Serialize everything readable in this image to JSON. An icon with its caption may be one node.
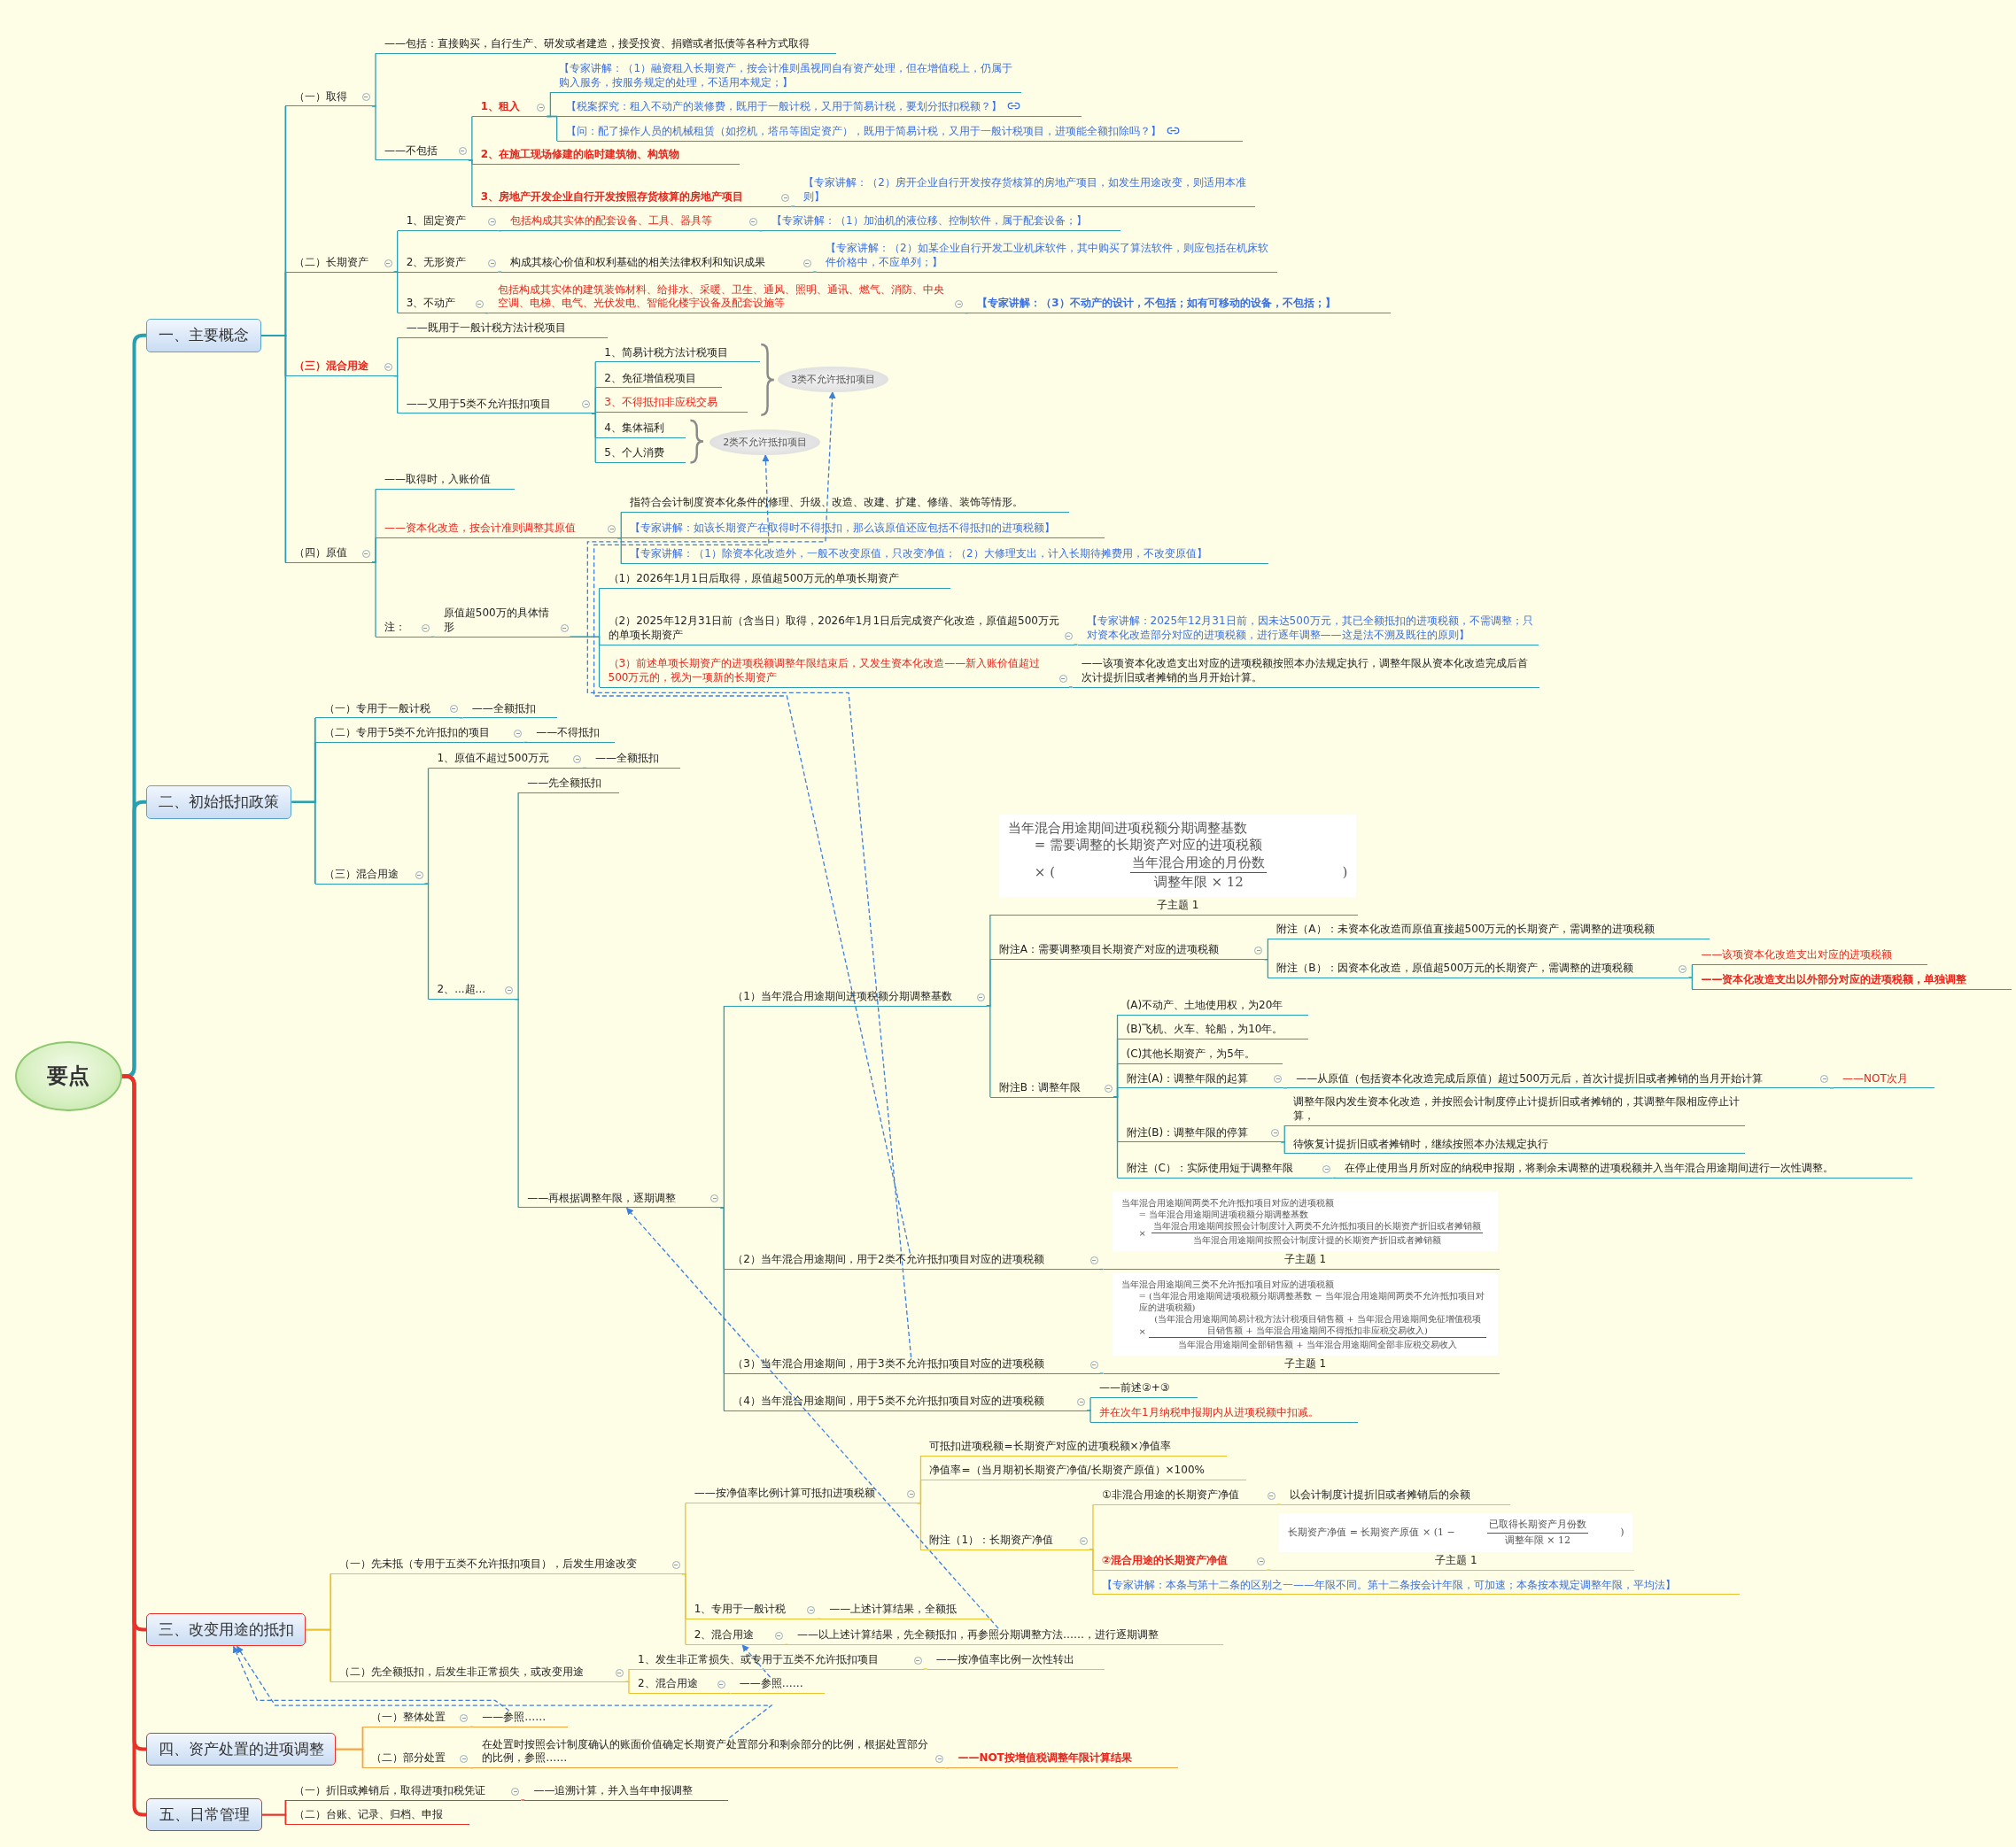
{
  "diagram": {
    "nodes": [
      {
        "text": [
          "要点"
        ]
      },
      {
        "text": [
          "一、主要概念"
        ]
      },
      {
        "text": [
          "（一）取得"
        ]
      },
      {
        "text": [
          "——包括：直接购买，自行生产、研发或者建造，接受投资、捐赠或者抵债等各种方式取得"
        ]
      },
      {
        "text": [
          "——不包括"
        ]
      },
      {
        "text": [
          "1、租入"
        ]
      },
      {
        "text": [
          "【专家讲解：（1）融资租入长期资产，按会计准则虽视同自有资产处理，但在增值税上，仍属于购入服务，按服务规定的处理，不适用本规定；】"
        ]
      },
      {
        "text": [
          "【税案探究：租入不动产的装修费，既用于一般计税，又用于简易计税，要划分抵扣税额？】"
        ]
      },
      {
        "text": [
          "【问：配了操作人员的机械租赁（如挖机，塔吊等固定资产），既用于简易计税，又用于一般计税项目，进项能全额扣除吗？】"
        ]
      },
      {
        "text": [
          "2、在施工现场修建的临时建筑物、构筑物"
        ]
      },
      {
        "text": [
          "3、房地产开发企业自行开发按照存货核算的房地产项目"
        ]
      },
      {
        "text": [
          "【专家讲解：（2）房开企业自行开发按存货核算的房地产项目，如发生用途改变，则适用本准则】"
        ]
      },
      {
        "text": [
          "（二）长期资产"
        ]
      },
      {
        "text": [
          "1、固定资产"
        ]
      },
      {
        "text": [
          "包括构成其实体的配套设备、工具、器具等"
        ]
      },
      {
        "text": [
          "【专家讲解：（1）加油机的液位移、控制软件，属于配套设备；】"
        ]
      },
      {
        "text": [
          "2、无形资产"
        ]
      },
      {
        "text": [
          "构成其核心价值和权利基础的相关法律权利和知识成果"
        ]
      },
      {
        "text": [
          "【专家讲解：（2）如某企业自行开发工业机床软件，其中购买了算法软件，则应包括在机床软件价格中，不应单列；】"
        ]
      },
      {
        "text": [
          "3、不动产"
        ]
      },
      {
        "text": [
          "包括构成其实体的建筑装饰材料、给排水、采暖、卫生、通风、照明、通讯、燃气、消防、中央空调、电梯、电气、光伏发电、智能化楼宇设备及配套设施等"
        ]
      },
      {
        "text": [
          "【专家讲解：（3）不动产的设计，不包括；如有可移动的设备，不包括；】"
        ]
      },
      {
        "text": [
          "（三）混合用途"
        ]
      },
      {
        "text": [
          "——既用于一般计税方法计税项目"
        ]
      },
      {
        "text": [
          "——又用于5类不允许抵扣项目"
        ]
      },
      {
        "text": [
          "1、简易计税方法计税项目"
        ]
      },
      {
        "text": [
          "2、免征增值税项目"
        ]
      },
      {
        "text": [
          "3、不得抵扣非应税交易"
        ]
      },
      {
        "text": [
          "4、集体福利"
        ]
      },
      {
        "text": [
          "5、个人消费"
        ]
      },
      {
        "text": [
          "3类不允许抵扣项目"
        ]
      },
      {
        "text": [
          "2类不允许抵扣项目"
        ]
      },
      {
        "text": [
          "（四）原值"
        ]
      },
      {
        "text": [
          "——取得时，入账价值"
        ]
      },
      {
        "text": [
          "——资本化改造，按会计准则调整其原值"
        ]
      },
      {
        "text": [
          "指符合会计制度资本化条件的修理、升级、改造、改建、扩建、修缮、装饰等情形。"
        ]
      },
      {
        "text": [
          "【专家讲解：如该长期资产在取得时不得抵扣，那么该原值还应包括不得抵扣的进项税额】"
        ]
      },
      {
        "text": [
          "【专家讲解：（1）除资本化改造外，一般不改变原值，只改变净值；（2）大修理支出，计入长期待摊费用，不改变原值】"
        ]
      },
      {
        "text": [
          "注："
        ]
      },
      {
        "text": [
          "原值超500万的具体情形"
        ]
      },
      {
        "text": [
          "（1）2026年1月1日后取得，原值超500万元的单项长期资产"
        ]
      },
      {
        "text": [
          "（2）2025年12月31日前（含当日）取得，2026年1月1日后完成资产化改造，原值超500万元的单项长期资产"
        ]
      },
      {
        "text": [
          "【专家讲解：2025年12月31日前，因未达500万元，其已全额抵扣的进项税额，不需调整；只对资本化改造部分对应的进项税额，进行逐年调整——这是法不溯及既往的原则】"
        ]
      },
      {
        "text": [
          "（3）前述单项长期资产的进项税额调整年限结束后，又发生资本化改造——新入账价值超过500万元的，视为一项新的长期资产"
        ]
      },
      {
        "text": [
          "——该项资本化改造支出对应的进项税额按照本办法规定执行，调整年限从资本化改造完成后首次计提折旧或者摊销的当月开始计算。"
        ]
      },
      {
        "text": [
          "二、初始抵扣政策"
        ]
      },
      {
        "text": [
          "（一）专用于一般计税"
        ]
      },
      {
        "text": [
          "——全额抵扣"
        ]
      },
      {
        "text": [
          "（二）专用于5类不允许抵扣的项目"
        ]
      },
      {
        "text": [
          "——不得抵扣"
        ]
      },
      {
        "text": [
          "（三）混合用途"
        ]
      },
      {
        "text": [
          "1、原值不超过500万元"
        ]
      },
      {
        "text": [
          "——全额抵扣"
        ]
      },
      {
        "text": [
          "2、...超..."
        ]
      },
      {
        "text": [
          "——先全额抵扣"
        ]
      },
      {
        "text": [
          "——再根据调整年限，逐期调整"
        ]
      },
      {
        "text": [
          "（1）当年混合用途期间进项税额分期调整基数"
        ]
      },
      {
        "text": [
          "当年混合用途期间进项税额分期调整基数",
          "= 需要调整的长期资产对应的进项税额",
          "× (",
          "当年混合用途的月份数",
          "调整年限 × 12",
          ")",
          "子主题 1"
        ]
      },
      {
        "text": [
          "附注A：需要调整项目长期资产对应的进项税额"
        ]
      },
      {
        "text": [
          "附注（A）：未资本化改造而原值直接超500万元的长期资产，需调整的进项税额"
        ]
      },
      {
        "text": [
          "附注（B）：因资本化改造，原值超500万元的长期资产，需调整的进项税额"
        ]
      },
      {
        "text": [
          "——该项资本化改造支出对应的进项税额"
        ]
      },
      {
        "text": [
          "——资本化改造支出以外部分对应的进项税额，单独调整"
        ]
      },
      {
        "text": [
          "附注B：调整年限"
        ]
      },
      {
        "text": [
          "(A)不动产、土地使用权，为20年"
        ]
      },
      {
        "text": [
          "(B)飞机、火车、轮船，为10年。"
        ]
      },
      {
        "text": [
          "(C)其他长期资产，为5年。"
        ]
      },
      {
        "text": [
          "附注(A)：调整年限的起算"
        ]
      },
      {
        "text": [
          "——从原值（包括资本化改造完成后原值）超过500万元后，首次计提折旧或者摊销的当月开始计算"
        ]
      },
      {
        "text": [
          "——NOT次月"
        ]
      },
      {
        "text": [
          "附注(B)：调整年限的停算"
        ]
      },
      {
        "text": [
          "调整年限内发生资本化改造，并按照会计制度停止计提折旧或者摊销的，其调整年限相应停止计算，"
        ]
      },
      {
        "text": [
          "待恢复计提折旧或者摊销时，继续按照本办法规定执行"
        ]
      },
      {
        "text": [
          "附注（C）：实际使用短于调整年限"
        ]
      },
      {
        "text": [
          "在停止使用当月所对应的纳税申报期，将剩余未调整的进项税额并入当年混合用途期间进行一次性调整。"
        ]
      },
      {
        "text": [
          "（2）当年混合用途期间，用于2类不允许抵扣项目对应的进项税额"
        ]
      },
      {
        "text": [
          "当年混合用途期间两类不允许抵扣项目对应的进项税额",
          "= 当年混合用途期间进项税额分期调整基数",
          "×",
          "当年混合用途期间按照会计制度计入两类不允许抵扣项目的长期资产折旧或者摊销额",
          "当年混合用途期间按照会计制度计提的长期资产折旧或者摊销额",
          "子主题 1"
        ]
      },
      {
        "text": [
          "（3）当年混合用途期间，用于3类不允许抵扣项目对应的进项税额"
        ]
      },
      {
        "text": [
          "当年混合用途期间三类不允许抵扣项目对应的进项税额",
          "= (当年混合用途期间进项税额分期调整基数 − 当年混合用途期间两类不允许抵扣项目对应的进项税额)",
          "×",
          "(当年混合用途期间简易计税方法计税项目销售额 + 当年混合用途期间免征增值税项目销售额 + 当年混合用途期间不得抵扣非应税交易收入)",
          "当年混合用途期间全部销售额 + 当年混合用途期间全部非应税交易收入",
          "子主题 1"
        ]
      },
      {
        "text": [
          "（4）当年混合用途期间，用于5类不允许抵扣项目对应的进项税额"
        ]
      },
      {
        "text": [
          "——前述②+③"
        ]
      },
      {
        "text": [
          "并在次年1月纳税申报期内从进项税额中扣减。"
        ]
      },
      {
        "text": [
          "三、改变用途的抵扣"
        ]
      },
      {
        "text": [
          "（一）先未抵（专用于五类不允许抵扣项目），后发生用途改变"
        ]
      },
      {
        "text": [
          "——按净值率比例计算可抵扣进项税额"
        ]
      },
      {
        "text": [
          "可抵扣进项税额=长期资产对应的进项税额×净值率"
        ]
      },
      {
        "text": [
          "净值率=（当月期初长期资产净值/长期资产原值）×100%"
        ]
      },
      {
        "text": [
          "附注（1）：长期资产净值"
        ]
      },
      {
        "text": [
          "①非混合用途的长期资产净值"
        ]
      },
      {
        "text": [
          "以会计制度计提折旧或者摊销后的余额"
        ]
      },
      {
        "text": [
          "②混合用途的长期资产净值"
        ]
      },
      {
        "text": [
          "长期资产净值 = 长期资产原值 × (1 −",
          "已取得长期资产月份数",
          "调整年限 × 12",
          ")",
          "子主题 1"
        ]
      },
      {
        "text": [
          "【专家讲解：本条与第十二条的区别之一——年限不同。第十二条按会计年限，可加速；本条按本规定调整年限，平均法】"
        ]
      },
      {
        "text": [
          "1、专用于一般计税"
        ]
      },
      {
        "text": [
          "——上述计算结果，全额抵"
        ]
      },
      {
        "text": [
          "2、混合用途"
        ]
      },
      {
        "text": [
          "——以上述计算结果，先全额抵扣，再参照分期调整方法……，进行逐期调整"
        ]
      },
      {
        "text": [
          "（二）先全额抵扣，后发生非正常损失，或改变用途"
        ]
      },
      {
        "text": [
          "1、发生非正常损失、或专用于五类不允许抵扣项目"
        ]
      },
      {
        "text": [
          "——按净值率比例一次性转出"
        ]
      },
      {
        "text": [
          "2、混合用途"
        ]
      },
      {
        "text": [
          "——参照……"
        ]
      },
      {
        "text": [
          "四、资产处置的进项调整"
        ]
      },
      {
        "text": [
          "（一）整体处置"
        ]
      },
      {
        "text": [
          "——参照……"
        ]
      },
      {
        "text": [
          "（二）部分处置"
        ]
      },
      {
        "text": [
          "在处置时按照会计制度确认的账面价值确定长期资产处置部分和剩余部分的比例，根据处置部分的比例，参照……"
        ]
      },
      {
        "text": [
          "——NOT按增值税调整年限计算结果"
        ]
      },
      {
        "text": [
          "五、日常管理"
        ]
      },
      {
        "text": [
          "（一）折旧或摊销后，取得进项扣税凭证"
        ]
      },
      {
        "text": [
          "——追溯计算，并入当年申报调整"
        ]
      },
      {
        "text": [
          "（二）台账、记录、归档、申报"
        ]
      }
    ],
    "edges": [
      {
        "from": 0,
        "to": 1,
        "arrow": "none"
      },
      {
        "from": 0,
        "to": 45,
        "arrow": "none"
      },
      {
        "from": 0,
        "to": 82,
        "arrow": "none",
        "color": "#e8322a"
      },
      {
        "from": 0,
        "to": 102,
        "arrow": "none",
        "color": "#e8322a"
      },
      {
        "from": 0,
        "to": 108,
        "arrow": "none",
        "color": "#e8322a"
      },
      {
        "from": 1,
        "to": 2,
        "arrow": "none"
      },
      {
        "from": 1,
        "to": 12,
        "arrow": "none"
      },
      {
        "from": 1,
        "to": 22,
        "arrow": "none"
      },
      {
        "from": 1,
        "to": 32,
        "arrow": "none"
      },
      {
        "from": 2,
        "to": 3,
        "arrow": "none"
      },
      {
        "from": 2,
        "to": 4,
        "arrow": "none"
      },
      {
        "from": 4,
        "to": 5,
        "arrow": "none"
      },
      {
        "from": 4,
        "to": 9,
        "arrow": "none"
      },
      {
        "from": 4,
        "to": 10,
        "arrow": "none"
      },
      {
        "from": 5,
        "to": 6,
        "arrow": "none"
      },
      {
        "from": 5,
        "to": 7,
        "arrow": "none"
      },
      {
        "from": 5,
        "to": 8,
        "arrow": "none"
      },
      {
        "from": 10,
        "to": 11,
        "arrow": "none"
      },
      {
        "from": 12,
        "to": 13,
        "arrow": "none"
      },
      {
        "from": 12,
        "to": 16,
        "arrow": "none"
      },
      {
        "from": 12,
        "to": 19,
        "arrow": "none"
      },
      {
        "from": 13,
        "to": 14,
        "arrow": "none"
      },
      {
        "from": 14,
        "to": 15,
        "arrow": "none"
      },
      {
        "from": 16,
        "to": 17,
        "arrow": "none"
      },
      {
        "from": 17,
        "to": 18,
        "arrow": "none"
      },
      {
        "from": 19,
        "to": 20,
        "arrow": "none"
      },
      {
        "from": 20,
        "to": 21,
        "arrow": "none"
      },
      {
        "from": 22,
        "to": 23,
        "arrow": "none"
      },
      {
        "from": 22,
        "to": 24,
        "arrow": "none"
      },
      {
        "from": 24,
        "to": 25,
        "arrow": "none"
      },
      {
        "from": 24,
        "to": 26,
        "arrow": "none"
      },
      {
        "from": 24,
        "to": 27,
        "arrow": "none"
      },
      {
        "from": 24,
        "to": 28,
        "arrow": "none"
      },
      {
        "from": 24,
        "to": 29,
        "arrow": "none"
      },
      {
        "from": 32,
        "to": 33,
        "arrow": "none"
      },
      {
        "from": 32,
        "to": 34,
        "arrow": "none"
      },
      {
        "from": 32,
        "to": 38,
        "arrow": "none"
      },
      {
        "from": 34,
        "to": 35,
        "arrow": "none"
      },
      {
        "from": 34,
        "to": 36,
        "arrow": "none"
      },
      {
        "from": 34,
        "to": 37,
        "arrow": "none"
      },
      {
        "from": 38,
        "to": 39,
        "arrow": "none"
      },
      {
        "from": 39,
        "to": 40,
        "arrow": "none"
      },
      {
        "from": 39,
        "to": 41,
        "arrow": "none"
      },
      {
        "from": 39,
        "to": 43,
        "arrow": "none"
      },
      {
        "from": 41,
        "to": 42,
        "arrow": "none"
      },
      {
        "from": 43,
        "to": 44,
        "arrow": "none"
      },
      {
        "from": 45,
        "to": 46,
        "arrow": "none"
      },
      {
        "from": 45,
        "to": 48,
        "arrow": "none"
      },
      {
        "from": 45,
        "to": 50,
        "arrow": "none"
      },
      {
        "from": 46,
        "to": 47,
        "arrow": "none"
      },
      {
        "from": 48,
        "to": 49,
        "arrow": "none"
      },
      {
        "from": 50,
        "to": 51,
        "arrow": "none"
      },
      {
        "from": 50,
        "to": 53,
        "arrow": "none"
      },
      {
        "from": 51,
        "to": 52,
        "arrow": "none"
      },
      {
        "from": 53,
        "to": 54,
        "arrow": "none"
      },
      {
        "from": 53,
        "to": 55,
        "arrow": "none"
      },
      {
        "from": 55,
        "to": 56,
        "arrow": "none"
      },
      {
        "from": 55,
        "to": 75,
        "arrow": "none"
      },
      {
        "from": 55,
        "to": 77,
        "arrow": "none"
      },
      {
        "from": 55,
        "to": 79,
        "arrow": "none"
      },
      {
        "from": 56,
        "to": 57,
        "arrow": "none"
      },
      {
        "from": 56,
        "to": 58,
        "arrow": "none"
      },
      {
        "from": 56,
        "to": 63,
        "arrow": "none"
      },
      {
        "from": 58,
        "to": 59,
        "arrow": "none"
      },
      {
        "from": 58,
        "to": 60,
        "arrow": "none"
      },
      {
        "from": 60,
        "to": 61,
        "arrow": "none"
      },
      {
        "from": 60,
        "to": 62,
        "arrow": "none"
      },
      {
        "from": 63,
        "to": 64,
        "arrow": "none"
      },
      {
        "from": 63,
        "to": 65,
        "arrow": "none"
      },
      {
        "from": 63,
        "to": 66,
        "arrow": "none"
      },
      {
        "from": 63,
        "to": 67,
        "arrow": "none"
      },
      {
        "from": 63,
        "to": 70,
        "arrow": "none"
      },
      {
        "from": 63,
        "to": 73,
        "arrow": "none"
      },
      {
        "from": 67,
        "to": 68,
        "arrow": "none"
      },
      {
        "from": 68,
        "to": 69,
        "arrow": "none"
      },
      {
        "from": 70,
        "to": 71,
        "arrow": "none"
      },
      {
        "from": 70,
        "to": 72,
        "arrow": "none"
      },
      {
        "from": 73,
        "to": 74,
        "arrow": "none"
      },
      {
        "from": 75,
        "to": 76,
        "arrow": "none"
      },
      {
        "from": 77,
        "to": 78,
        "arrow": "none"
      },
      {
        "from": 79,
        "to": 80,
        "arrow": "none"
      },
      {
        "from": 79,
        "to": 81,
        "arrow": "none"
      },
      {
        "from": 82,
        "to": 83,
        "arrow": "none",
        "color": "#e9c22f"
      },
      {
        "from": 82,
        "to": 97,
        "arrow": "none",
        "color": "#e9c22f"
      },
      {
        "from": 83,
        "to": 84,
        "arrow": "none",
        "color": "#e9c22f"
      },
      {
        "from": 83,
        "to": 93,
        "arrow": "none",
        "color": "#e9c22f"
      },
      {
        "from": 83,
        "to": 95,
        "arrow": "none",
        "color": "#e9c22f"
      },
      {
        "from": 84,
        "to": 85,
        "arrow": "none",
        "color": "#e9c22f"
      },
      {
        "from": 84,
        "to": 86,
        "arrow": "none",
        "color": "#e9c22f"
      },
      {
        "from": 84,
        "to": 87,
        "arrow": "none",
        "color": "#e9c22f"
      },
      {
        "from": 87,
        "to": 88,
        "arrow": "none",
        "color": "#e9c22f"
      },
      {
        "from": 87,
        "to": 90,
        "arrow": "none",
        "color": "#e9c22f"
      },
      {
        "from": 87,
        "to": 92,
        "arrow": "none",
        "color": "#e9c22f"
      },
      {
        "from": 88,
        "to": 89,
        "arrow": "none",
        "color": "#e9c22f"
      },
      {
        "from": 90,
        "to": 91,
        "arrow": "none",
        "color": "#e9c22f"
      },
      {
        "from": 93,
        "to": 94,
        "arrow": "none",
        "color": "#e9c22f"
      },
      {
        "from": 95,
        "to": 96,
        "arrow": "none",
        "color": "#e9c22f"
      },
      {
        "from": 97,
        "to": 98,
        "arrow": "none",
        "color": "#e9c22f"
      },
      {
        "from": 97,
        "to": 100,
        "arrow": "none",
        "color": "#e9c22f"
      },
      {
        "from": 98,
        "to": 99,
        "arrow": "none",
        "color": "#e9c22f"
      },
      {
        "from": 100,
        "to": 101,
        "arrow": "none",
        "color": "#e9c22f"
      },
      {
        "from": 102,
        "to": 103,
        "arrow": "none",
        "color": "#f4a340"
      },
      {
        "from": 102,
        "to": 105,
        "arrow": "none",
        "color": "#f4a340"
      },
      {
        "from": 103,
        "to": 104,
        "arrow": "none",
        "color": "#f4a340"
      },
      {
        "from": 105,
        "to": 106,
        "arrow": "none",
        "color": "#f4a340"
      },
      {
        "from": 106,
        "to": 107,
        "arrow": "none",
        "color": "#f4a340"
      },
      {
        "from": 108,
        "to": 109,
        "arrow": "none",
        "color": "#e8322a"
      },
      {
        "from": 108,
        "to": 111,
        "arrow": "none",
        "color": "#e8322a"
      },
      {
        "from": 109,
        "to": 110,
        "arrow": "none",
        "color": "#e8322a"
      },
      {
        "from": 75,
        "to": 31,
        "arrow": "to",
        "style": "dashed",
        "color": "#3f7fdc"
      },
      {
        "from": 77,
        "to": 30,
        "arrow": "to",
        "style": "dashed",
        "color": "#3f7fdc"
      },
      {
        "from": 96,
        "to": 55,
        "arrow": "to",
        "style": "dashed",
        "color": "#3f7fdc"
      },
      {
        "from": 101,
        "to": 95,
        "arrow": "to",
        "style": "dashed",
        "color": "#3f7fdc"
      },
      {
        "from": 104,
        "to": 82,
        "arrow": "to",
        "style": "dashed",
        "color": "#3f7fdc"
      },
      {
        "from": 106,
        "to": 82,
        "arrow": "to",
        "style": "dashed",
        "color": "#3f7fdc"
      }
    ]
  }
}
